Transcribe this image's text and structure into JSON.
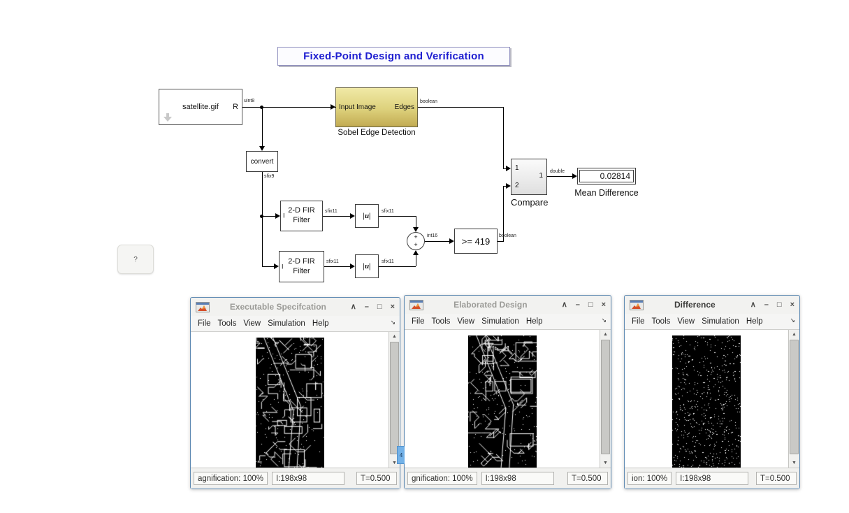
{
  "banner": {
    "text": "Fixed-Point Design and Verification",
    "color": "#1d1dd0"
  },
  "diagram": {
    "source_block": {
      "label": "satellite.gif",
      "out_port": "R",
      "signal": "uint8"
    },
    "sobel_block": {
      "in_port": "Input Image",
      "out_port": "Edges",
      "signal": "boolean",
      "caption": "Sobel Edge Detection"
    },
    "convert_block": {
      "label": "convert",
      "signal": "sfix9"
    },
    "fir_block_top": {
      "line1": "2-D FIR",
      "line2": "Filter",
      "in_port": "I",
      "out_signal": "sfix11"
    },
    "fir_block_bottom": {
      "line1": "2-D FIR",
      "line2": "Filter",
      "in_port": "I",
      "out_signal": "sfix11"
    },
    "abs_block_top": {
      "label": "|u|",
      "out_signal": "sfix11"
    },
    "abs_block_bottom": {
      "label": "|u|",
      "out_signal": "sfix11"
    },
    "sum_block": {
      "plus_top": "+",
      "plus_bottom": "+",
      "out_signal": "int16"
    },
    "relop_block": {
      "label": ">= 419",
      "out_signal": "boolean"
    },
    "compare_block": {
      "in1": "1",
      "in2": "2",
      "out1": "1",
      "out_signal": "double",
      "caption": "Compare"
    },
    "display_block": {
      "value": "0.02814",
      "caption": "Mean Difference"
    },
    "help_button": {
      "label": "?"
    }
  },
  "window_controls": {
    "collapse": "∧",
    "minimize": "–",
    "maximize": "□",
    "close": "×"
  },
  "icons": {
    "scroll_up": "▲",
    "scroll_down": "▼",
    "menu_overflow": "↘"
  },
  "windows": [
    {
      "title": "Executable Specifcation",
      "menu": [
        "File",
        "Tools",
        "View",
        "Simulation",
        "Help"
      ],
      "status": [
        "agnification: 100%",
        "I:198x98",
        "T=0.500"
      ],
      "image": "dense-edge-map"
    },
    {
      "title": "Elaborated Design",
      "menu": [
        "File",
        "Tools",
        "View",
        "Simulation",
        "Help"
      ],
      "status": [
        "gnification: 100%",
        "I:198x98",
        "T=0.500"
      ],
      "image": "dense-edge-map",
      "badge": "4"
    },
    {
      "title": "Difference",
      "menu": [
        "File",
        "Tools",
        "View",
        "Simulation",
        "Help"
      ],
      "status": [
        "ion: 100%",
        "I:198x98",
        "T=0.500"
      ],
      "image": "sparse-dot-map"
    }
  ],
  "colors": {
    "banner_blue": "#1d1dd0",
    "sobel_yellow_top": "#f0e9a6",
    "sobel_yellow_bottom": "#c2ab52",
    "window_border_blue": "#5d89b2",
    "badge_blue": "#74b2e8"
  }
}
